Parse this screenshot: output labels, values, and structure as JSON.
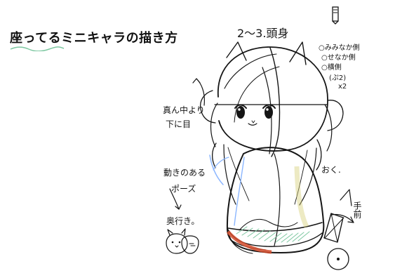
{
  "title": "座ってるミニキャラの描き方",
  "annotations": {
    "proportion": "2〜3.頭身",
    "side_notes": [
      "○みみなか側",
      "○せなか側",
      "○横側",
      "(ぷ2)",
      "x2"
    ],
    "left_note_1": "真ん中より",
    "left_note_2": "下に目",
    "gesture_note_1": "動きのある",
    "gesture_note_2": "ポーズ",
    "gesture_note_3": "奥行き。",
    "back_note": "おく.",
    "right_vertical": "手前"
  },
  "colors": {
    "ink": "#151515",
    "accent_blue": "#8bb6ff",
    "accent_yellow": "#f6f0a8",
    "accent_green": "#7cc7a0",
    "accent_red": "#d24b2b"
  },
  "icons": [
    "pencil-icon",
    "arrow-icon",
    "cat-face-icon",
    "eye-icon",
    "triangle-icon",
    "circle-icon"
  ]
}
